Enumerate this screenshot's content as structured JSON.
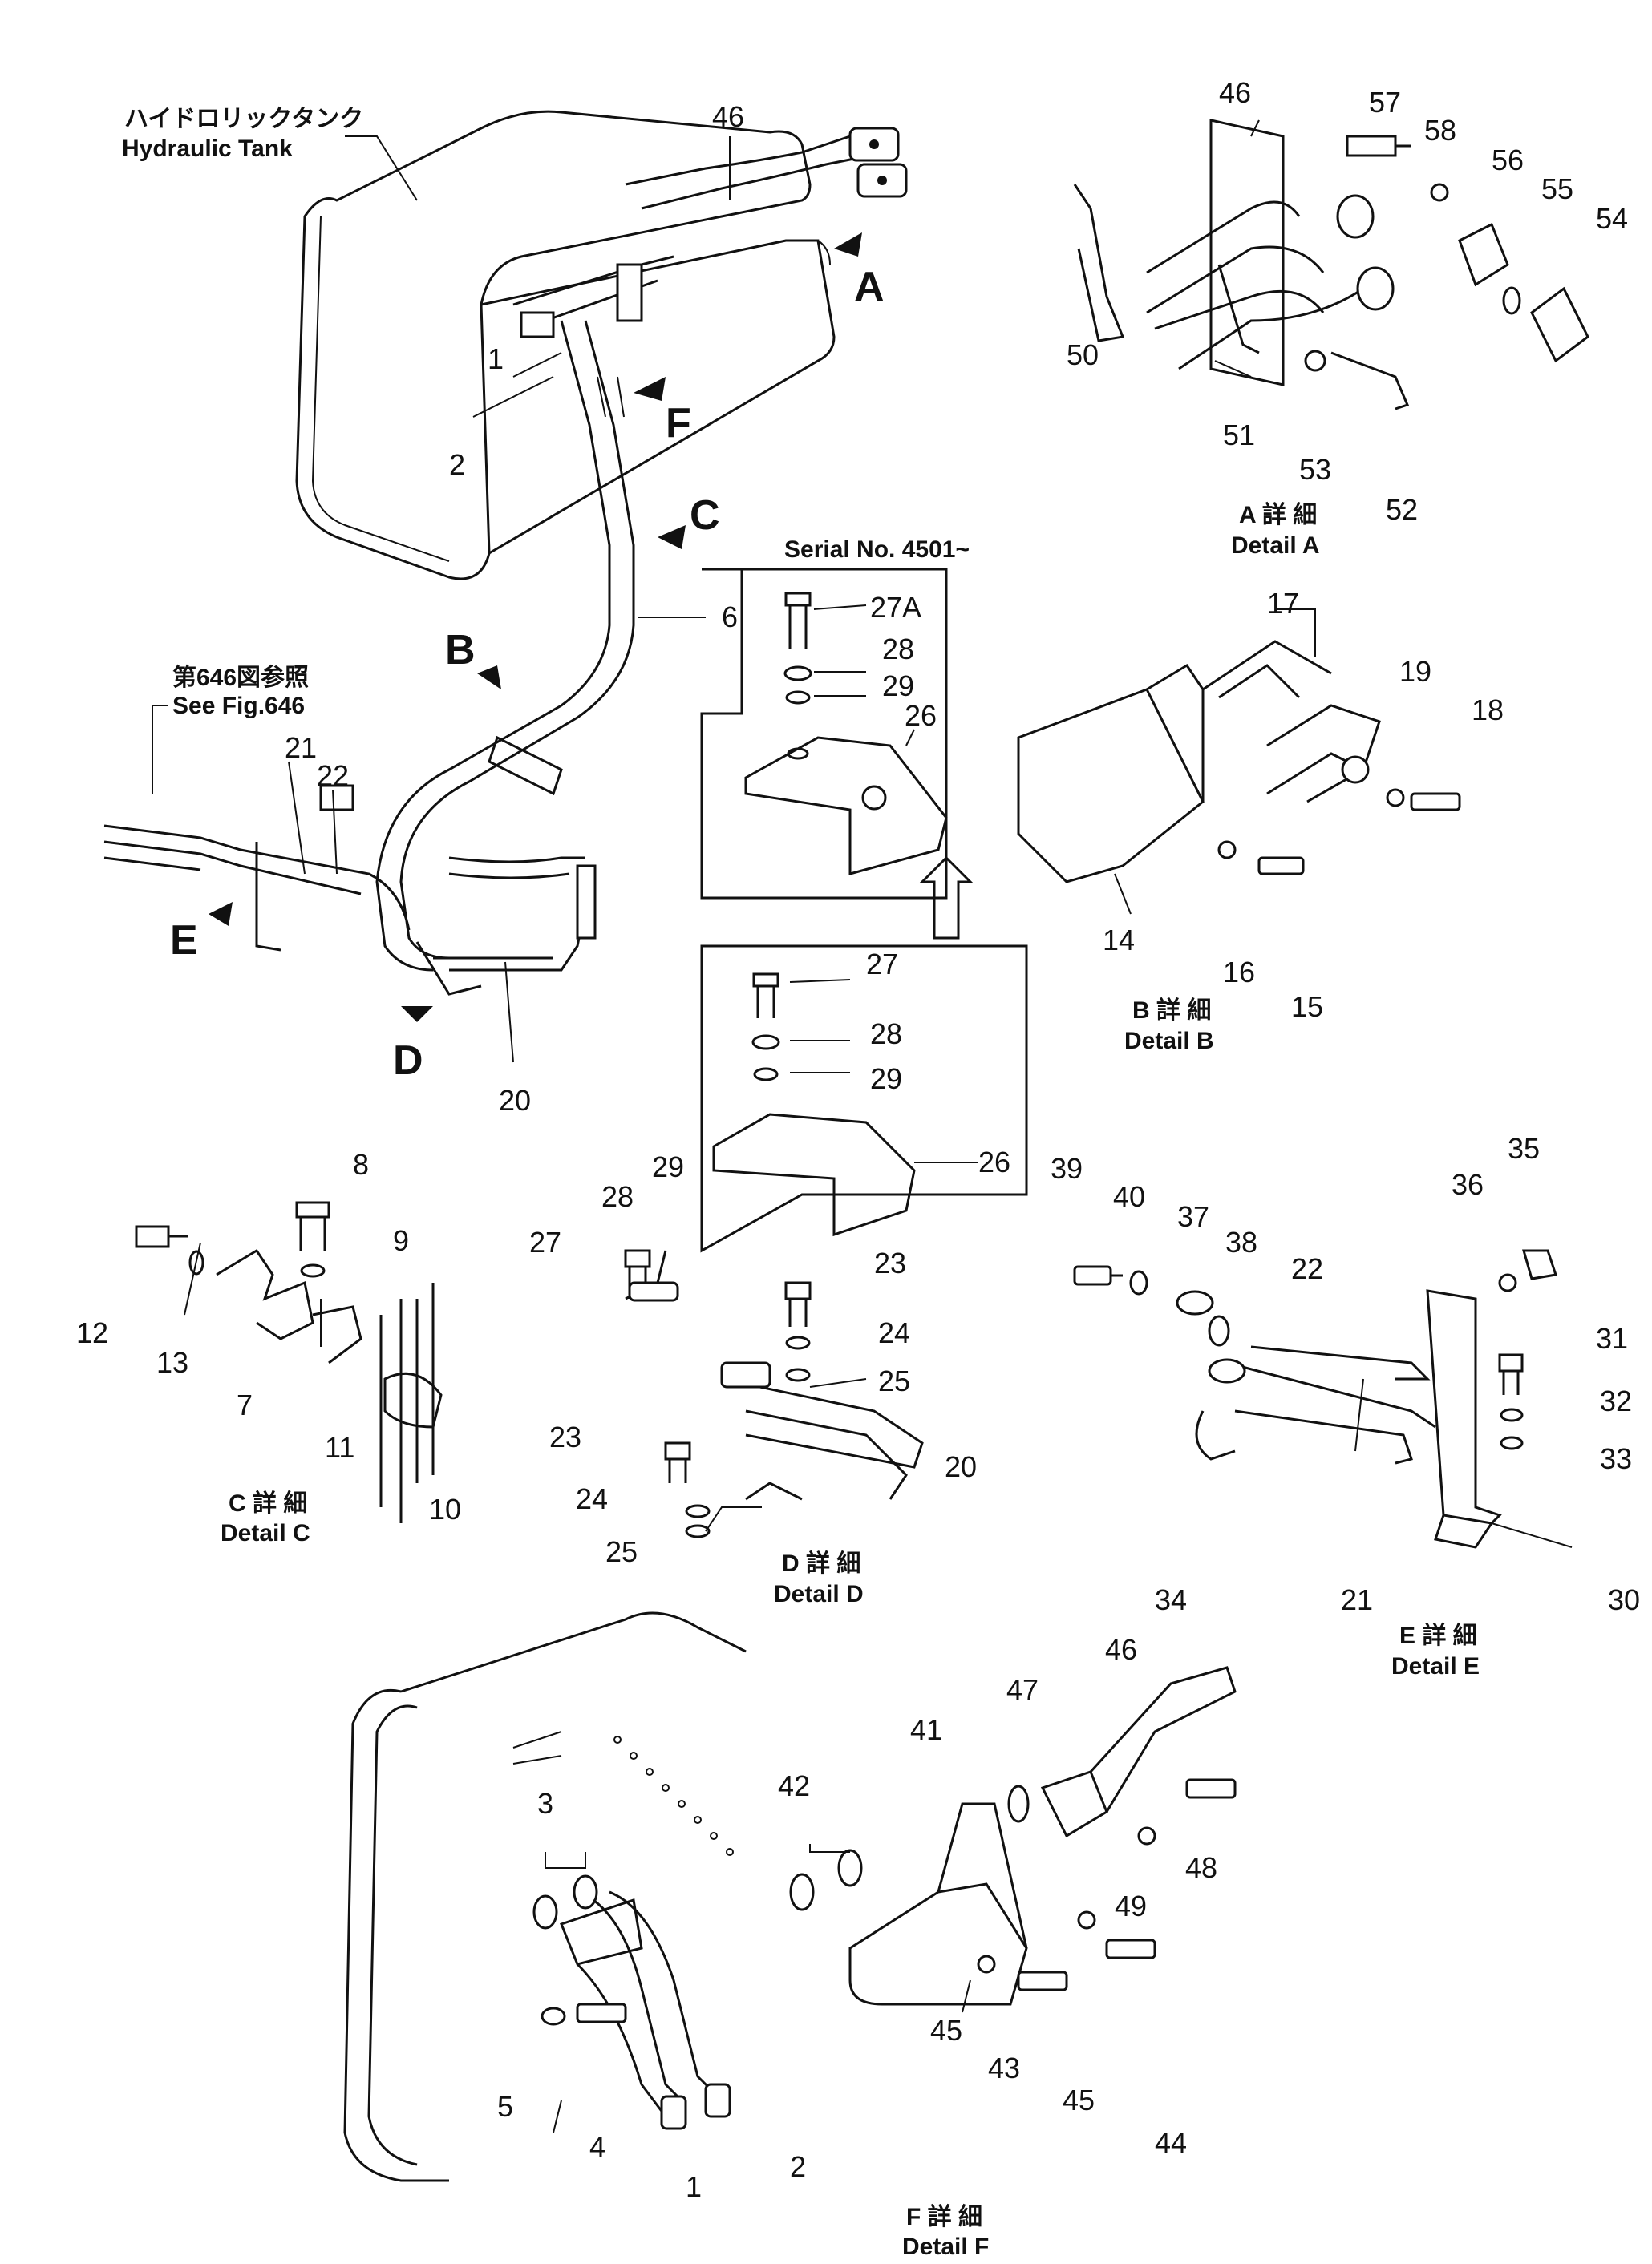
{
  "captions": {
    "tank_jp": "ハイドロリックタンク",
    "tank_en": "Hydraulic Tank",
    "see_fig_jp": "第646図参照",
    "see_fig_en": "See  Fig.646",
    "serial": "Serial No. 4501~"
  },
  "view_letters": [
    "A",
    "B",
    "C",
    "D",
    "E",
    "F"
  ],
  "details": {
    "A": {
      "jp": "A 詳 細",
      "en": "Detail  A"
    },
    "B": {
      "jp": "B 詳 細",
      "en": "Detail  B"
    },
    "C": {
      "jp": "C 詳 細",
      "en": "Detail  C"
    },
    "D": {
      "jp": "D 詳 細",
      "en": "Detail  D"
    },
    "E": {
      "jp": "E 詳 細",
      "en": "Detail  E"
    },
    "F": {
      "jp": "F 詳 細",
      "en": "Detail  F"
    }
  },
  "part_numbers": {
    "main": [
      "46",
      "1",
      "2",
      "6",
      "21",
      "22",
      "20"
    ],
    "detail_a": [
      "46",
      "57",
      "58",
      "56",
      "55",
      "54",
      "50",
      "51",
      "53",
      "52"
    ],
    "serial_box": [
      "27A",
      "28",
      "29",
      "26"
    ],
    "box_lower": [
      "27",
      "28",
      "29",
      "26"
    ],
    "detail_b": [
      "17",
      "19",
      "18",
      "14",
      "16",
      "15"
    ],
    "detail_c": [
      "8",
      "9",
      "12",
      "13",
      "7",
      "11",
      "10"
    ],
    "detail_d": [
      "29",
      "28",
      "27",
      "23",
      "24",
      "25",
      "23",
      "24",
      "25",
      "20"
    ],
    "detail_e": [
      "39",
      "40",
      "37",
      "38",
      "22",
      "36",
      "35",
      "31",
      "32",
      "33",
      "34",
      "21",
      "30"
    ],
    "detail_f": [
      "46",
      "47",
      "41",
      "42",
      "3",
      "48",
      "49",
      "5",
      "4",
      "45",
      "43",
      "45",
      "44",
      "1",
      "2"
    ]
  }
}
